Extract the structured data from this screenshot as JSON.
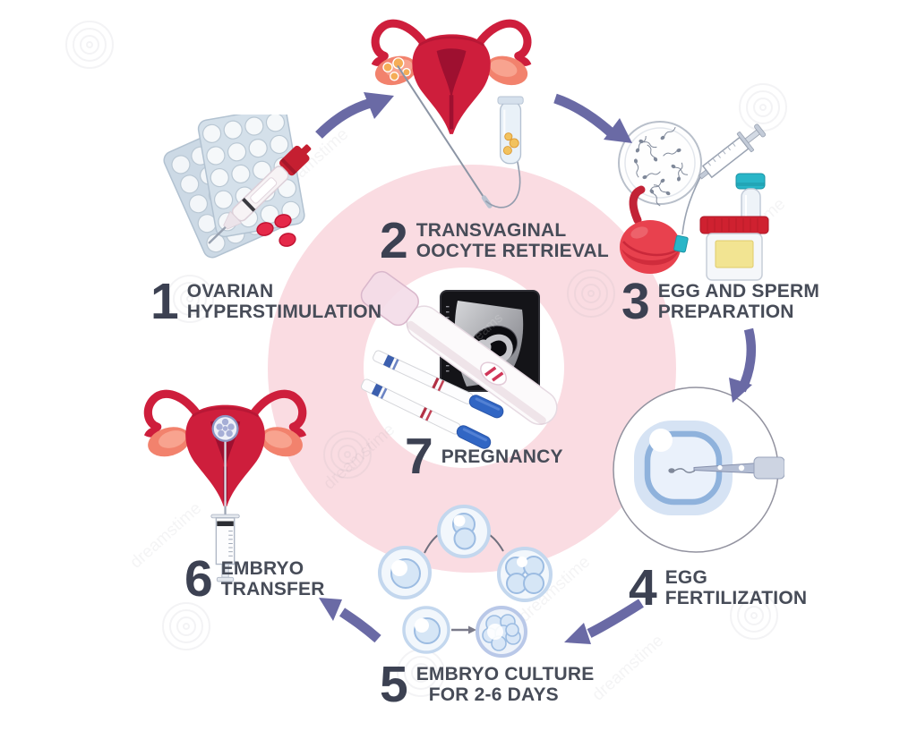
{
  "infographic": {
    "type": "ivf-process-cycle",
    "steps": [
      {
        "number": "1",
        "label_lines": [
          "OVARIAN",
          "HYPERSTIMULATION"
        ]
      },
      {
        "number": "2",
        "label_lines": [
          "TRANSVAGINAL",
          "OOCYTE RETRIEVAL"
        ]
      },
      {
        "number": "3",
        "label_lines": [
          "EGG AND SPERM",
          "PREPARATION"
        ]
      },
      {
        "number": "4",
        "label_lines": [
          "EGG",
          "FERTILIZATION"
        ]
      },
      {
        "number": "5",
        "label_lines": [
          "EMBRYO CULTURE",
          "FOR 2-6 DAYS"
        ]
      },
      {
        "number": "6",
        "label_lines": [
          "EMBRYO",
          "TRANSFER"
        ]
      },
      {
        "number": "7",
        "label_lines": [
          "PREGNANCY"
        ]
      }
    ]
  },
  "watermark": {
    "text": "dreamstime",
    "short_text": "dreams"
  },
  "colors": {
    "circle_pink": "#fadce2",
    "arrow_purple": "#6a6aa5",
    "number_color": "#3c4152",
    "label_color": "#474c58",
    "uterus_red": "#ce1e3c",
    "accent_red": "#cf2130",
    "ovary_salmon": "#f2826d",
    "cell_blue": "#c3d7ee",
    "teal_cap": "#29b6c8",
    "ultrasound_black": "#141418"
  },
  "icons": {
    "step1": "pill-blisters-and-injection-pen",
    "step2": "uterus-oocyte-retrieval-needle-test-tube",
    "step3": "sperm-petri-dish-syringe-specimen-cup",
    "step4": "icsi-needle-egg-fertilization",
    "step5": "embryo-cell-division-stages",
    "step6": "uterus-embryo-transfer-syringe",
    "step7": "pregnancy-test-strips-ultrasound",
    "arrows": "curved-purple-flow-arrows"
  }
}
